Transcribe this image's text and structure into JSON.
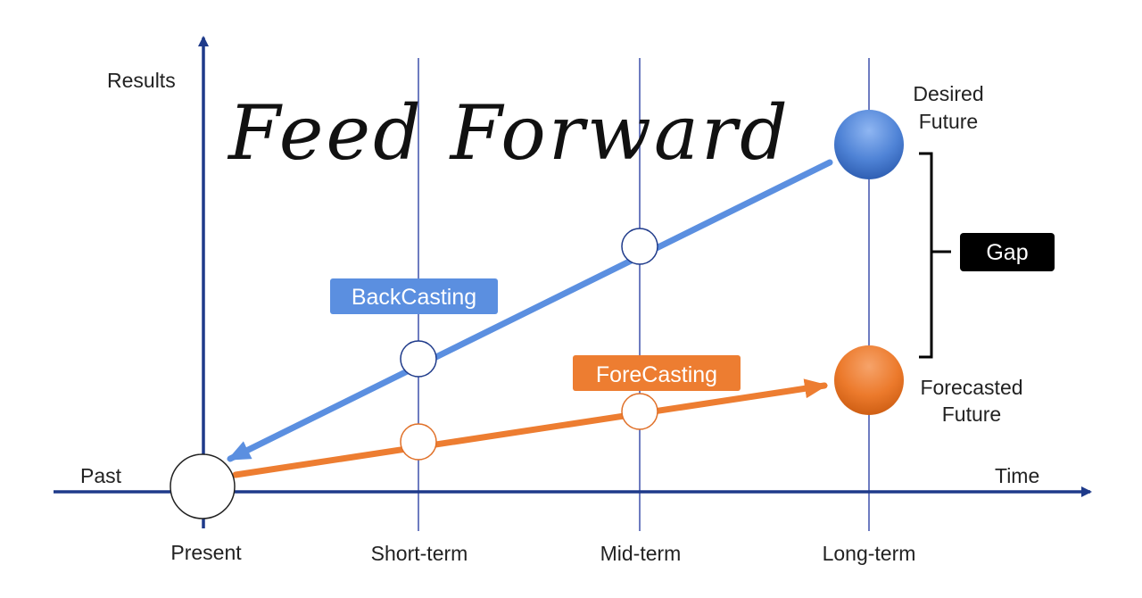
{
  "title": "Feed Forward",
  "axes": {
    "y_label": "Results",
    "x_label": "Time",
    "origin_label": "Past"
  },
  "timeline": [
    "Present",
    "Short-term",
    "Mid-term",
    "Long-term"
  ],
  "endpoints": {
    "desired_line1": "Desired",
    "desired_line2": "Future",
    "forecasted_line1": "Forecasted",
    "forecasted_line2": "Future"
  },
  "tags": {
    "backcasting": "BackCasting",
    "forecasting": "ForeCasting",
    "gap": "Gap"
  },
  "colors": {
    "axis": "#1e3a8a",
    "gridline": "#4a5bb0",
    "backcasting": "#5b8fe0",
    "forecasting": "#ed7d31",
    "gap_tag": "#000000"
  }
}
